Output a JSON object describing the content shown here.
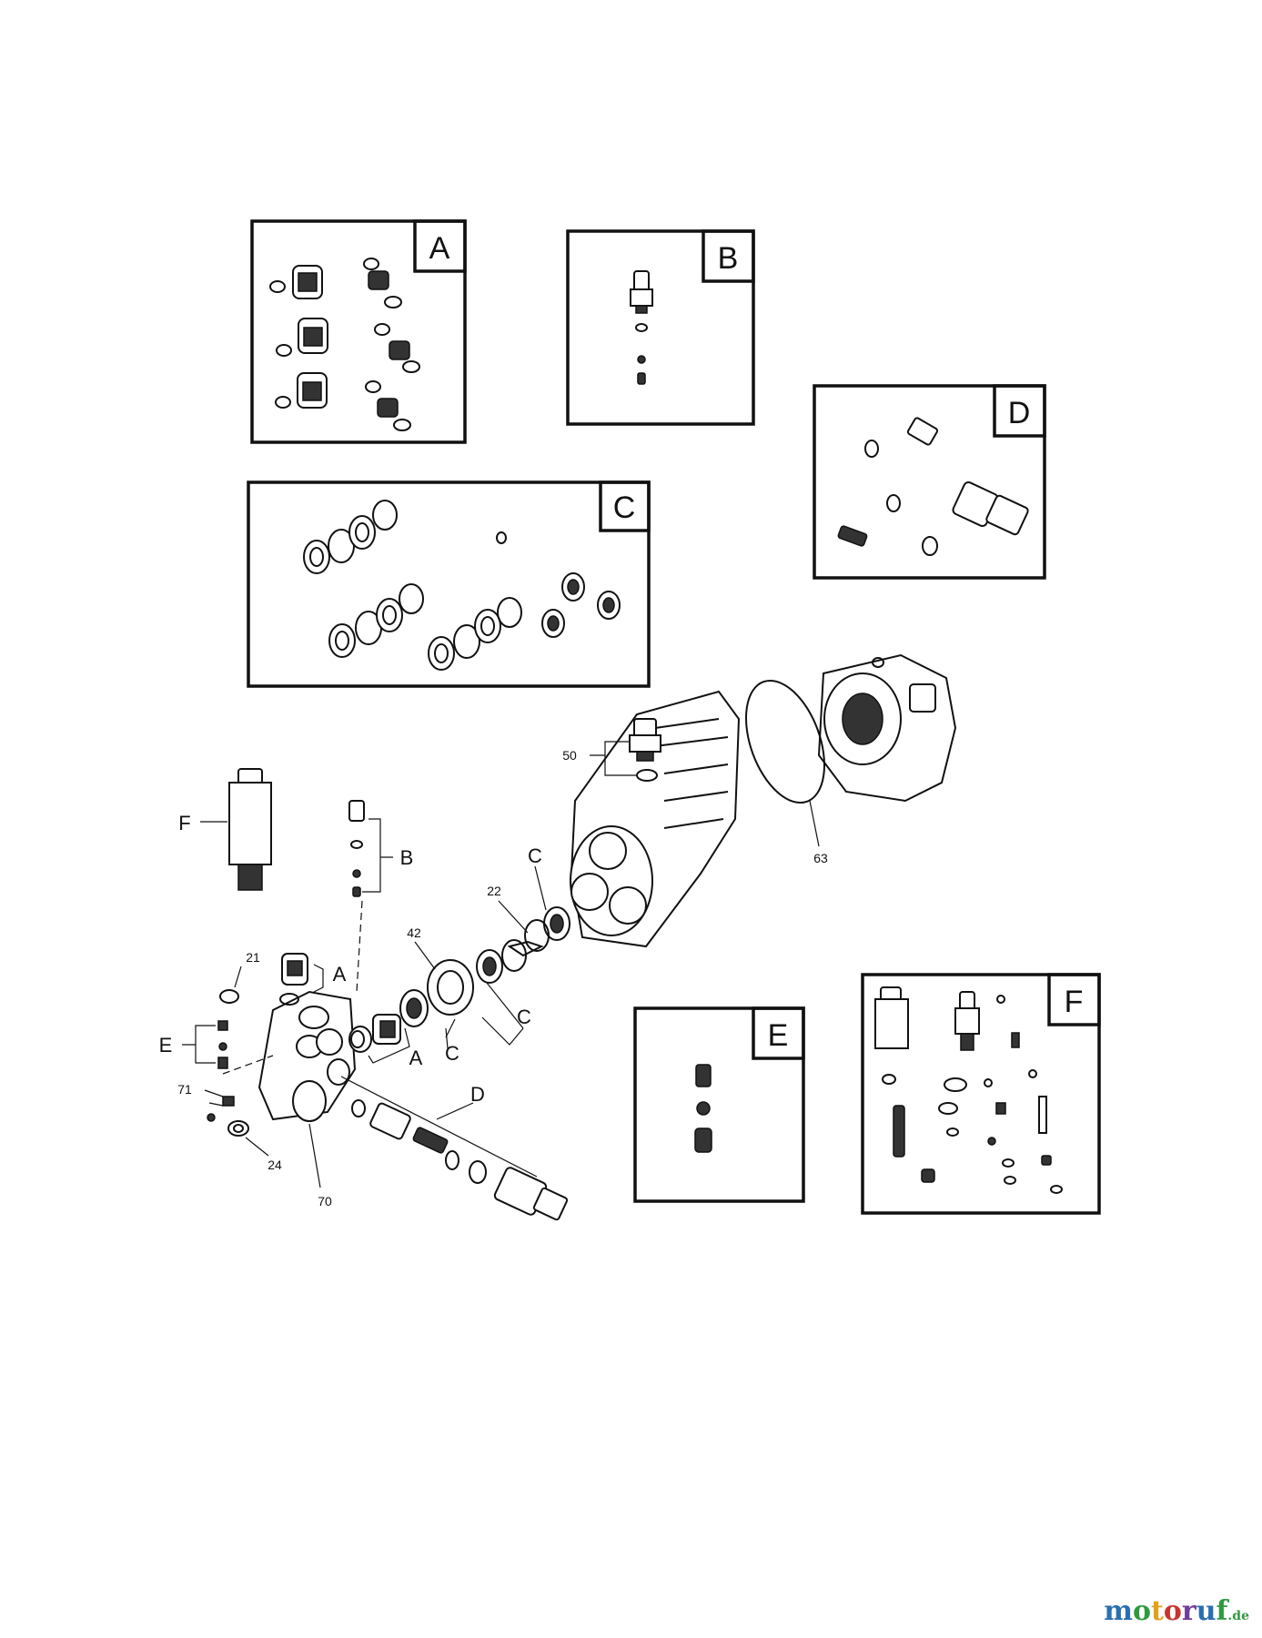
{
  "kits": [
    {
      "id": "A",
      "letter": "A"
    },
    {
      "id": "B",
      "letter": "B"
    },
    {
      "id": "C",
      "letter": "C"
    },
    {
      "id": "D",
      "letter": "D"
    },
    {
      "id": "E",
      "letter": "E"
    },
    {
      "id": "F",
      "letter": "F"
    }
  ],
  "part_labels": {
    "p50": "50",
    "p63": "63",
    "p22": "22",
    "p42": "42",
    "p21": "21",
    "p71": "71",
    "p24": "24",
    "p70": "70"
  },
  "callouts": {
    "F": "F",
    "B": "B",
    "C_top": "C",
    "A_top": "A",
    "C_mid": "C",
    "C_low": "C",
    "A_low": "A",
    "E": "E",
    "D": "D"
  },
  "watermark": {
    "text": "motoruf",
    "suffix": ".de",
    "colors": [
      "#2a6fb0",
      "#2e9a3e",
      "#e3a01b",
      "#c8342c",
      "#6f3e9a",
      "#2a6fb0",
      "#2e9a3e"
    ]
  }
}
